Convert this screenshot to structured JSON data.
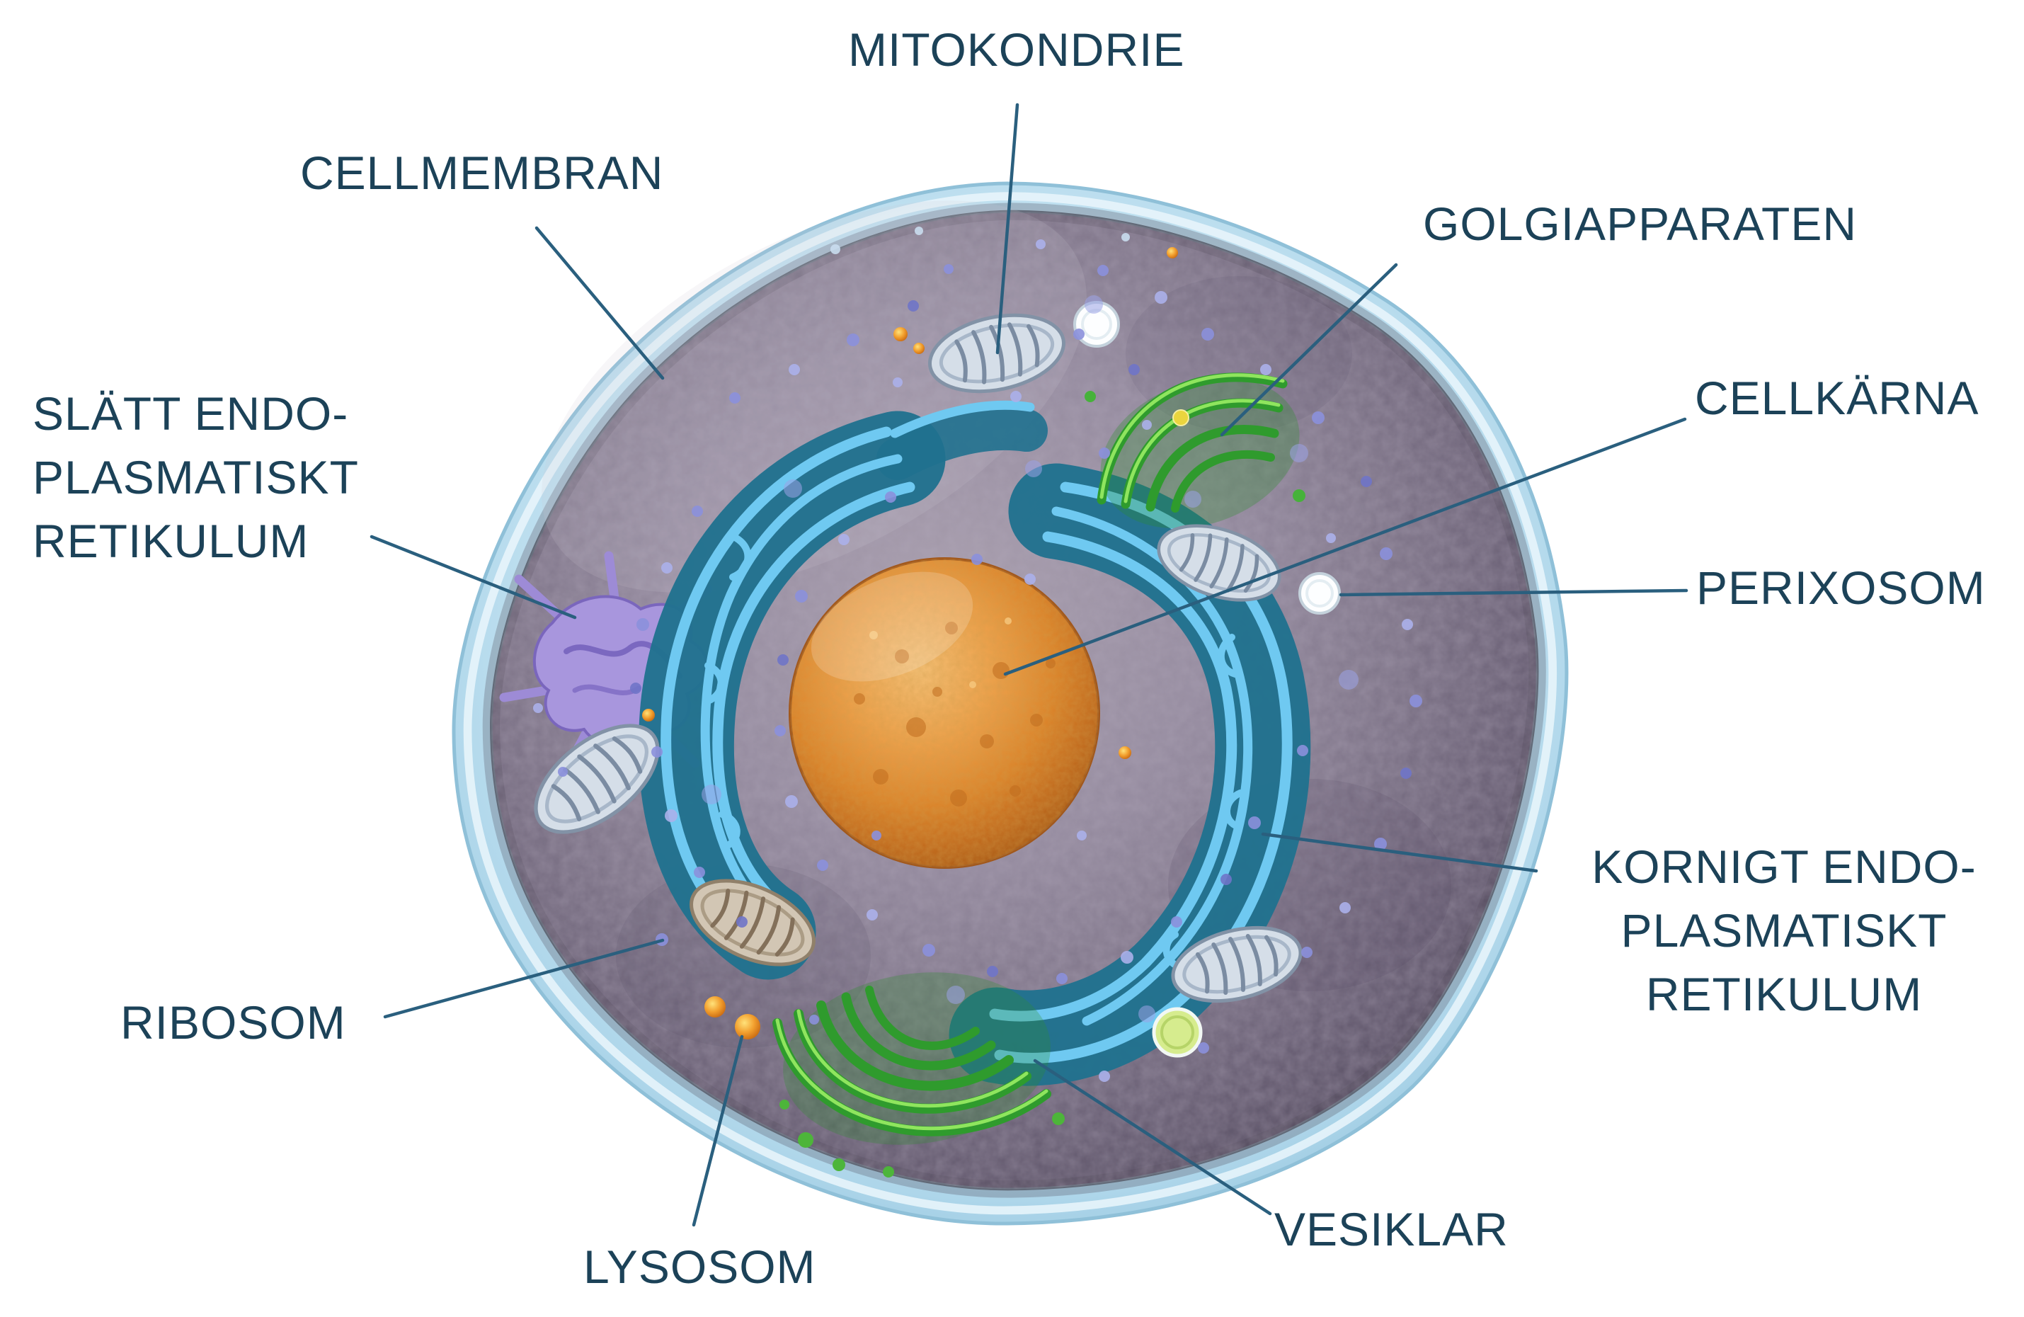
{
  "figure": {
    "type": "labeled-diagram",
    "subject": "Animal cell cross-section illustration"
  },
  "colors": {
    "background": "#ffffff",
    "label_text": "#1c4258",
    "leader_line": "#2a5f7e",
    "membrane_blue": "#bfe2f2",
    "cytoplasm_purple": "#837a8d",
    "nucleus_orange": "#e08a2e",
    "er_blue": "#5fc0ec",
    "golgi_green": "#37a233"
  },
  "labels": {
    "mitokondrie": "MITOKONDRIE",
    "cellmembran": "CELLMEMBRAN",
    "golgiapparaten": "GOLGIAPPARATEN",
    "cellkarna": "CELLKÄRNA",
    "perixosom": "PERIXOSOM",
    "slatt_er": "SLÄTT ENDO-\nPLASMATISKT\nRETIKULUM",
    "kornigt_er": "KORNIGT ENDO-\nPLASMATISKT\nRETIKULUM",
    "ribosom": "RIBOSOM",
    "lysosom": "LYSOSOM",
    "vesiklar": "VESIKLAR"
  }
}
